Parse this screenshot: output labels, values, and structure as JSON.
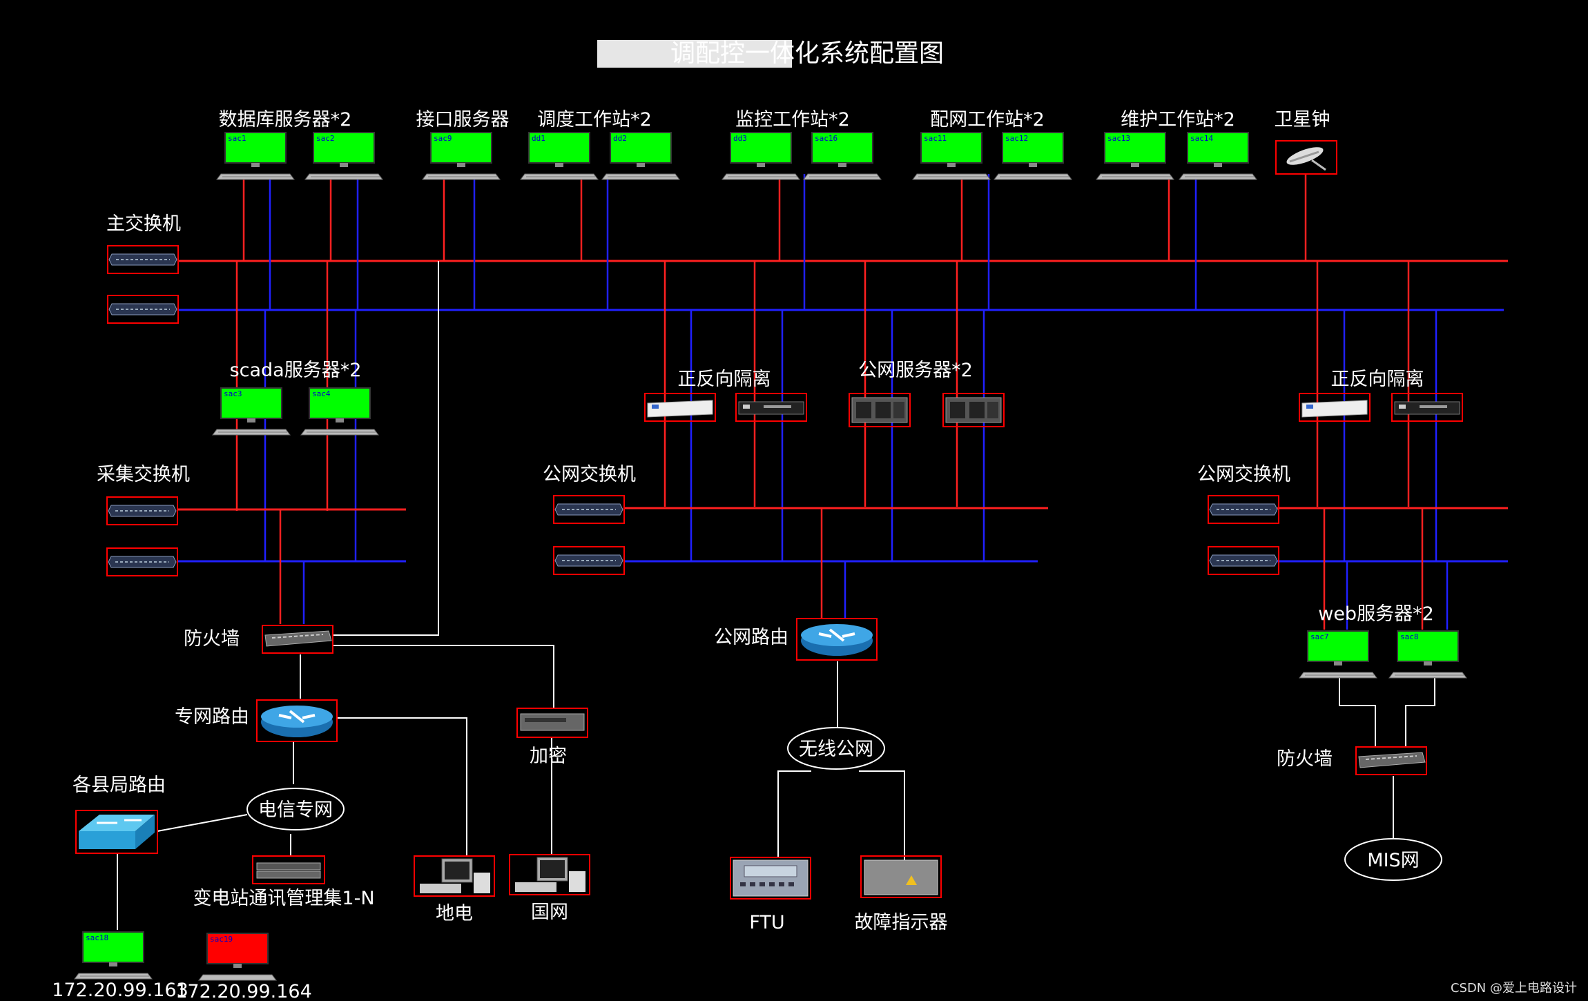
{
  "title": "调配控一体化系统配置图",
  "watermark": "CSDN @爱上电路设计",
  "colors": {
    "primary_net": "#ff2020",
    "backup_net": "#2020ff",
    "link": "#ffffff",
    "ok_screen": "#00ff00",
    "alarm_screen": "#ff0000",
    "box_border": "#ff0000"
  },
  "labels": {
    "db_servers": "数据库服务器*2",
    "iface_server": "接口服务器",
    "dispatch_ws": "调度工作站*2",
    "monitor_ws": "监控工作站*2",
    "distnet_ws": "配网工作站*2",
    "maint_ws": "维护工作站*2",
    "sat_clock": "卫星钟",
    "main_switch": "主交换机",
    "scada_servers": "scada服务器*2",
    "isolator_mid": "正反向隔离",
    "public_servers": "公网服务器*2",
    "isolator_right": "正反向隔离",
    "acq_switch": "采集交换机",
    "pub_switch_mid": "公网交换机",
    "pub_switch_right": "公网交换机",
    "firewall_left": "防火墙",
    "pub_router": "公网路由",
    "web_servers": "web服务器*2",
    "private_router": "专网路由",
    "encrypt": "加密",
    "wireless": "无线公网",
    "firewall_right": "防火墙",
    "county_router": "各县局路由",
    "telecom": "电信专网",
    "substation": "变电站通讯管理集1-N",
    "didian": "地电",
    "guowang": "国网",
    "ftu": "FTU",
    "fault_ind": "故障指示器",
    "mis": "MIS网",
    "ip1": "172.20.99.163",
    "ip2": "172.20.99.164"
  },
  "screens": {
    "sac1": "sac1",
    "sac2": "sac2",
    "sac9": "sac9",
    "dd1": "dd1",
    "dd2": "dd2",
    "dd3": "dd3",
    "sac16": "sac16",
    "sac11": "sac11",
    "sac12": "sac12",
    "sac13": "sac13",
    "sac14": "sac14",
    "sac3": "sac3",
    "sac4": "sac4",
    "sac7": "sac7",
    "sac8": "sac8",
    "sac18": "sac18",
    "sac19": "sac19"
  },
  "icons": [
    "workstation-icon",
    "switch-icon",
    "router-icon",
    "firewall-icon",
    "server-icon",
    "isolator-icon",
    "satellite-icon",
    "desktop-pc-icon",
    "ftu-icon",
    "fault-indicator-icon",
    "encryption-device-icon",
    "comm-manager-icon"
  ]
}
